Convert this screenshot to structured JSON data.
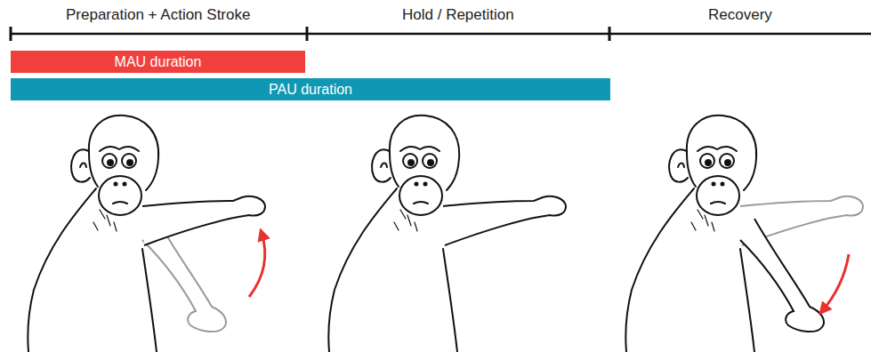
{
  "diagram": {
    "nodes": [
      {
        "text": [
          "MAU duration"
        ]
      },
      {
        "text": [
          "PAU duration"
        ]
      }
    ],
    "labels": [
      "Preparation + Action Stroke",
      "Hold / Repetition",
      "Recovery"
    ]
  }
}
